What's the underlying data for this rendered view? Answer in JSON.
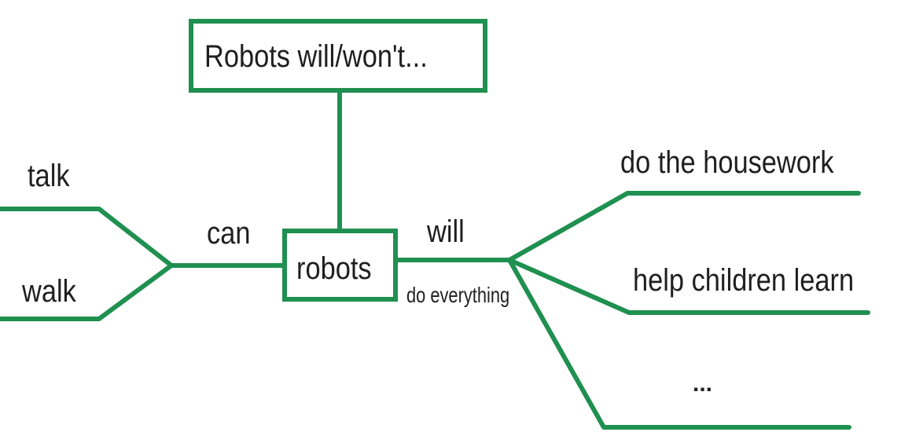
{
  "diagram": {
    "line_color": "#1f9050",
    "top_box": {
      "text": "Robots will/won't..."
    },
    "center_box": {
      "text": "robots"
    },
    "left": {
      "connector_label": "can",
      "branches": [
        "talk",
        "walk"
      ]
    },
    "right": {
      "connector_label": "will",
      "under_label": "do everything",
      "branches": [
        "do the housework",
        "help children learn",
        "..."
      ]
    }
  }
}
